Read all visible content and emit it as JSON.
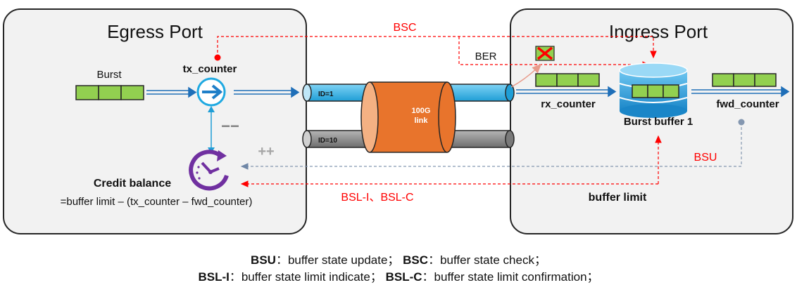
{
  "egress": {
    "title": "Egress Port",
    "burst_label": "Burst",
    "tx_counter": "tx_counter",
    "minus": "−−",
    "plus": "++",
    "credit_title": "Credit balance",
    "credit_formula": "=buffer limit – (tx_counter – fwd_counter)"
  },
  "link": {
    "id1": "ID=1",
    "id10": "ID=10",
    "speed_line1": "100G",
    "speed_line2": "link"
  },
  "ingress": {
    "title": "Ingress Port",
    "rx_counter": "rx_counter",
    "burst_buffer": "Burst buffer 1",
    "fwd_counter": "fwd_counter",
    "buffer_limit": "buffer limit"
  },
  "signals": {
    "bsc": "BSC",
    "ber": "BER",
    "bsu": "BSU",
    "bsl": "BSL-I、BSL-C"
  },
  "legend": {
    "line1": [
      {
        "key": "BSU",
        "sep": "：",
        "text": "buffer state update；"
      },
      {
        "key": "BSC",
        "sep": "：",
        "text": "buffer state check；"
      }
    ],
    "line2": [
      {
        "key": "BSL-I",
        "sep": "：",
        "text": "buffer state limit indicate；"
      },
      {
        "key": "BSL-C",
        "sep": "：",
        "text": "buffer state limit confirmation；"
      }
    ]
  },
  "colors": {
    "packet_fill": "#92d050",
    "pipe_blue": "#1fa9e1",
    "pipe_gray": "#8c8c8c",
    "link_orange": "#e8742c",
    "signal_red": "#ff0000",
    "clock_purple": "#7030a0",
    "bsu_gray": "#8497b0"
  }
}
